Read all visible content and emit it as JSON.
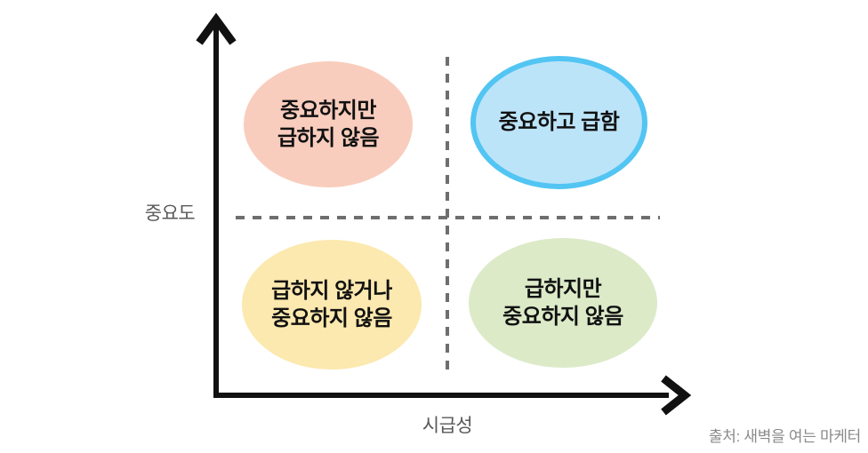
{
  "matrix": {
    "y_axis_label": "중요도",
    "x_axis_label": "시급성",
    "quadrants": {
      "top_left": {
        "name": "important-not-urgent",
        "label": "중요하지만\n급하지 않음",
        "fill": "#F9CDBD"
      },
      "top_right": {
        "name": "important-and-urgent",
        "label": "중요하고 급함",
        "fill": "#BCE4F9",
        "border": "#52C5F3"
      },
      "bottom_left": {
        "name": "not-urgent-or-not-important",
        "label": "급하지 않거나\n중요하지 않음",
        "fill": "#FCE9AF"
      },
      "bottom_right": {
        "name": "urgent-not-important",
        "label": "급하지만\n중요하지 않음",
        "fill": "#DCEAC8"
      }
    },
    "source": "출처: 새벽을 여는 마케터"
  },
  "colors": {
    "axis": "#111111",
    "dashed_divider": "#6e6e6e",
    "background": "#ffffff"
  }
}
